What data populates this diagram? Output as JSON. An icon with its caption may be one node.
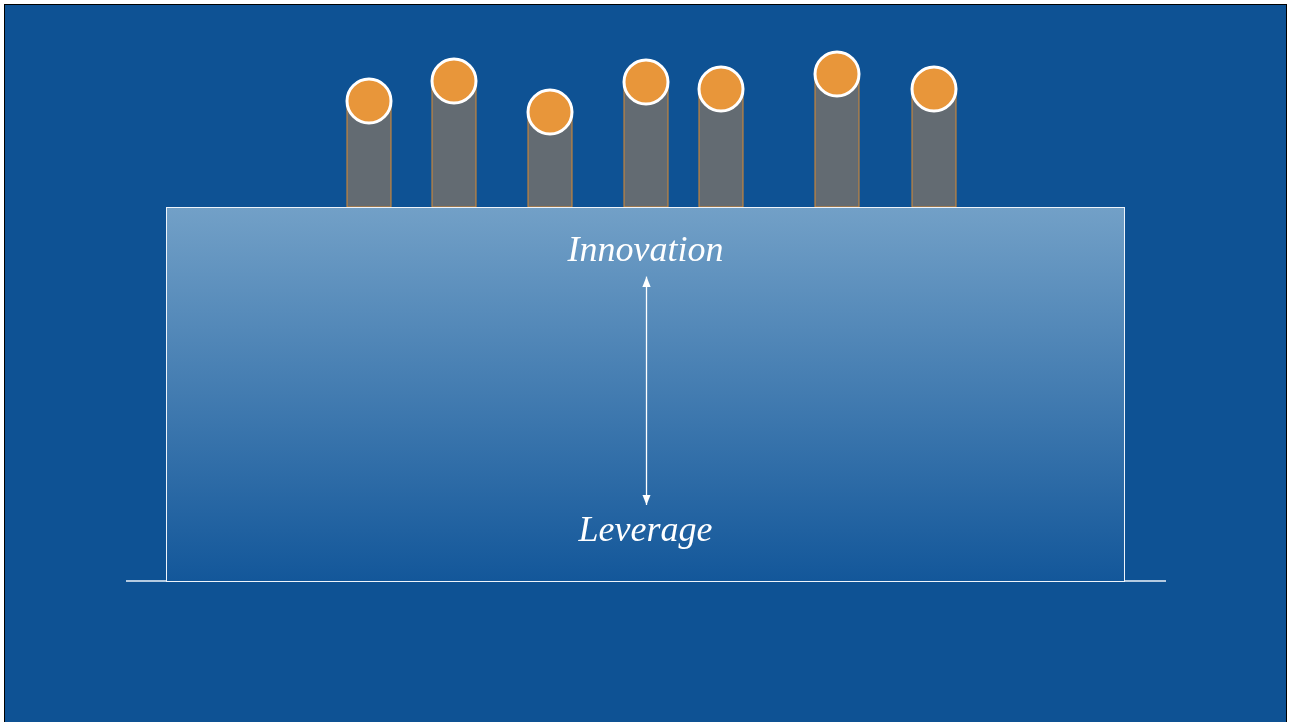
{
  "diagram": {
    "nodes": [
      {
        "text": [],
        "shape": "box"
      },
      {
        "text": [
          "Innovation"
        ],
        "in": 0
      },
      {
        "text": [
          "Leverage"
        ],
        "in": 0
      }
    ],
    "edges": [
      {
        "from": 1,
        "to": 2,
        "arrow": "both"
      }
    ]
  }
}
